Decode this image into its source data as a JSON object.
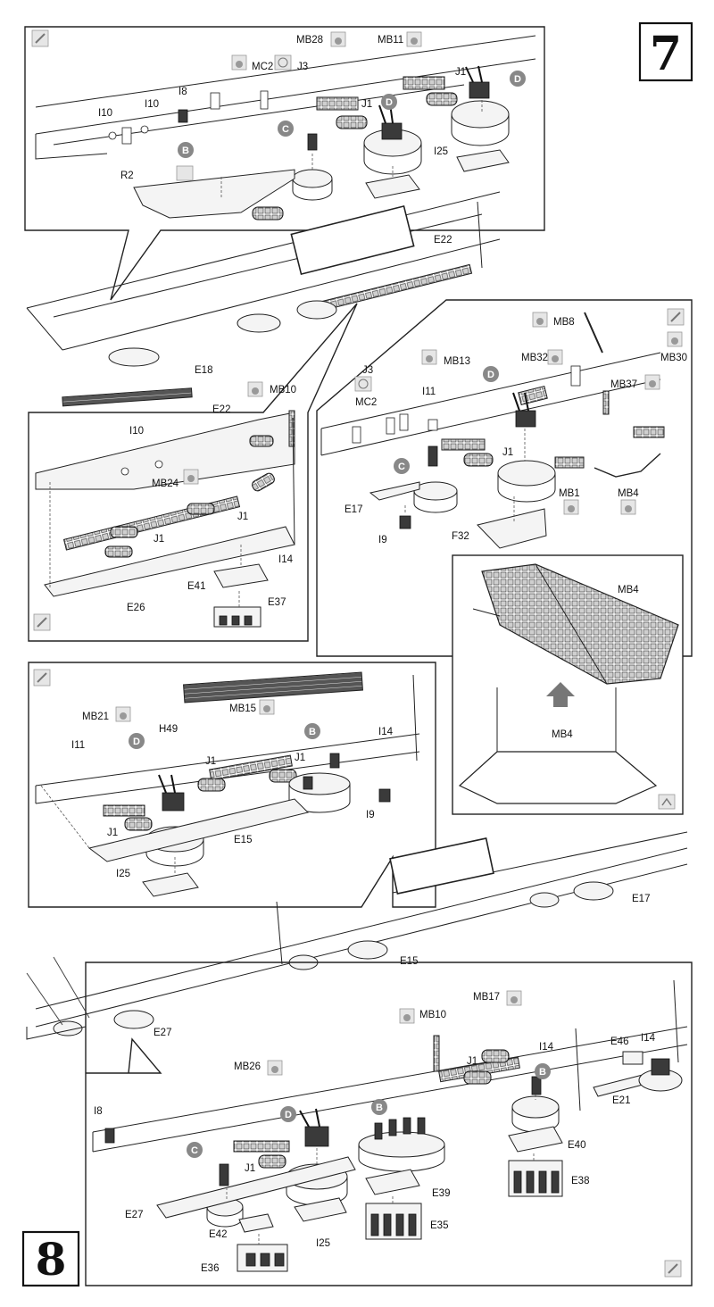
{
  "steps": {
    "step7": "7",
    "step8": "8"
  },
  "callouts": {
    "b": "B",
    "c": "C",
    "d": "D"
  },
  "labels": {
    "mb28": "MB28",
    "mb11": "MB11",
    "mc2": "MC2",
    "j3": "J3",
    "j1": "J1",
    "i8": "I8",
    "i10": "I10",
    "i11": "I11",
    "i9": "I9",
    "i14": "I14",
    "i25": "I25",
    "r2": "R2",
    "e22": "E22",
    "e18": "E18",
    "mb10": "MB10",
    "mb24": "MB24",
    "e26": "E26",
    "e41": "E41",
    "e37": "E37",
    "mb8": "MB8",
    "mb13": "MB13",
    "mb32": "MB32",
    "mb30": "MB30",
    "mb37": "MB37",
    "mb1": "MB1",
    "mb4": "MB4",
    "e17": "E17",
    "f32": "F32",
    "mb21": "MB21",
    "h49": "H49",
    "mb15": "MB15",
    "e15": "E15",
    "e27": "E27",
    "mb17": "MB17",
    "mb26": "MB26",
    "e46": "E46",
    "e21": "E21",
    "e40": "E40",
    "e38": "E38",
    "e39": "E39",
    "e35": "E35",
    "e42": "E42",
    "e36": "E36"
  },
  "icons": {
    "paint": "paint-drop-icon",
    "brush": "brush-icon",
    "glue": "glue-icon",
    "flip": "flip-part-icon",
    "bend": "bend-arrow-icon"
  }
}
